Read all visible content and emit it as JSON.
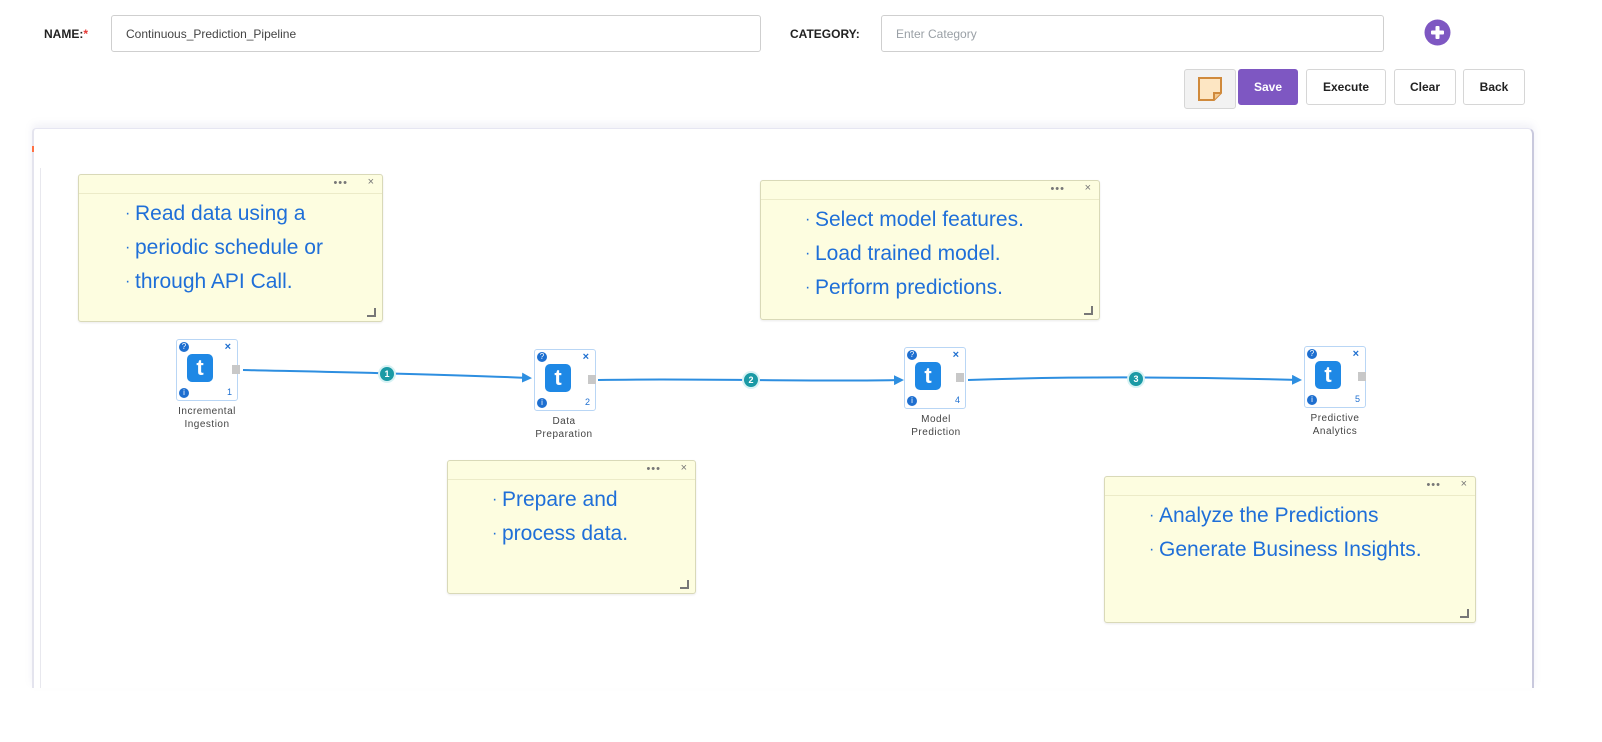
{
  "form": {
    "name_label": "NAME:",
    "name_required": "*",
    "name_value": "Continuous_Prediction_Pipeline",
    "category_label": "CATEGORY:",
    "category_placeholder": "Enter Category"
  },
  "toolbar": {
    "add_icon": "plus-circle-icon",
    "note_icon": "sticky-note-icon",
    "save_label": "Save",
    "execute_label": "Execute",
    "clear_label": "Clear",
    "back_label": "Back"
  },
  "colors": {
    "accent": "#7e57c2",
    "node_blue": "#1e88e5",
    "note_text": "#1f6fd8",
    "note_bg": "#fdfde0",
    "step_badge": "#1a9aa5"
  },
  "notes": [
    {
      "menu": "•••",
      "close": "×",
      "lines": [
        "Read data using a",
        "periodic schedule or",
        "through API Call."
      ]
    },
    {
      "menu": "•••",
      "close": "×",
      "lines": [
        "Select model features.",
        "Load trained model.",
        "Perform predictions."
      ]
    },
    {
      "menu": "•••",
      "close": "×",
      "lines": [
        "Prepare and",
        "process data."
      ]
    },
    {
      "menu": "•••",
      "close": "×",
      "lines": [
        "Analyze the Predictions",
        "Generate Business Insights."
      ]
    }
  ],
  "nodes": [
    {
      "label": "Incremental\nIngestion",
      "number": "1",
      "icon": "t",
      "help": "?",
      "info": "i",
      "close": "×"
    },
    {
      "label": "Data\nPreparation",
      "number": "2",
      "icon": "t",
      "help": "?",
      "info": "i",
      "close": "×"
    },
    {
      "label": "Model\nPrediction",
      "number": "4",
      "icon": "t",
      "help": "?",
      "info": "i",
      "close": "×"
    },
    {
      "label": "Predictive\nAnalytics",
      "number": "5",
      "icon": "t",
      "help": "?",
      "info": "i",
      "close": "×"
    }
  ],
  "edges": [
    {
      "step": "1"
    },
    {
      "step": "2"
    },
    {
      "step": "3"
    }
  ]
}
